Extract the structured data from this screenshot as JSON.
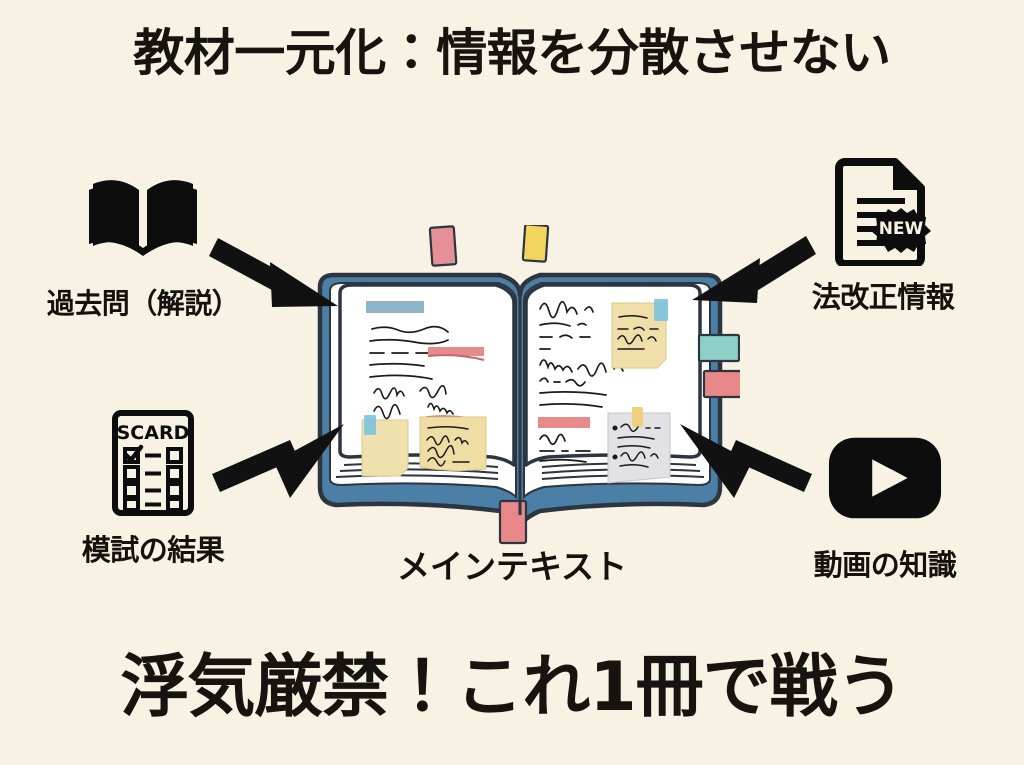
{
  "page": {
    "background_color": "#f7f2e4",
    "ink_color": "#15120e"
  },
  "headings": {
    "top": "教材一元化：情報を分散させない",
    "bottom": "浮気厳禁！これ1冊で戦う"
  },
  "center": {
    "label": "メインテキスト",
    "icon": "open-notebook-illustration"
  },
  "sources": [
    {
      "id": "past-questions",
      "label": "過去問（解説）",
      "icon": "open-book-icon",
      "position": "top-left"
    },
    {
      "id": "law-revision",
      "label": "法改正情報",
      "icon": "document-new-badge-icon",
      "badge": "NEW",
      "position": "top-right"
    },
    {
      "id": "mock-exam-results",
      "label": "模試の結果",
      "icon": "scorecard-checklist-icon",
      "card_title": "SCARD",
      "position": "bottom-left"
    },
    {
      "id": "video-knowledge",
      "label": "動画の知識",
      "icon": "video-play-button-icon",
      "position": "bottom-right"
    }
  ],
  "arrows": [
    {
      "id": "arrow-top-left",
      "direction": "down-right",
      "points_to": "main-textbook"
    },
    {
      "id": "arrow-top-right",
      "direction": "down-left",
      "points_to": "main-textbook"
    },
    {
      "id": "arrow-bottom-left",
      "direction": "up-right",
      "points_to": "main-textbook"
    },
    {
      "id": "arrow-bottom-right",
      "direction": "up-left",
      "points_to": "main-textbook"
    }
  ],
  "book_illustration": {
    "cover_color": "#4b7fa6",
    "outline_color": "#2c3540",
    "page_color": "#ffffff",
    "markers": [
      {
        "name": "top-pink-bookmark",
        "color": "#e58f96"
      },
      {
        "name": "top-yellow-bookmark",
        "color": "#f2d55c"
      },
      {
        "name": "side-teal-tab",
        "color": "#8ecfc7"
      },
      {
        "name": "side-red-tab",
        "color": "#e8888a"
      },
      {
        "name": "bottom-red-bookmark",
        "color": "#e8888a"
      }
    ],
    "sticky_notes": [
      {
        "name": "left-plain-yellow-note",
        "color": "#f0e0ad",
        "tape_color": "#79c2de"
      },
      {
        "name": "left-written-yellow-note",
        "color": "#efdda4"
      },
      {
        "name": "right-yellow-note",
        "color": "#f0dfa8",
        "tape_color": "#79c2de"
      },
      {
        "name": "right-gray-bullet-note",
        "color": "#e2e2e4",
        "tape_color": "#f0cf7e"
      }
    ],
    "highlights": [
      {
        "name": "blue-highlight",
        "color": "#8fb5c9"
      },
      {
        "name": "red-highlight-left",
        "color": "#e78a8a"
      },
      {
        "name": "red-highlight-right",
        "color": "#e78a8a"
      }
    ]
  }
}
